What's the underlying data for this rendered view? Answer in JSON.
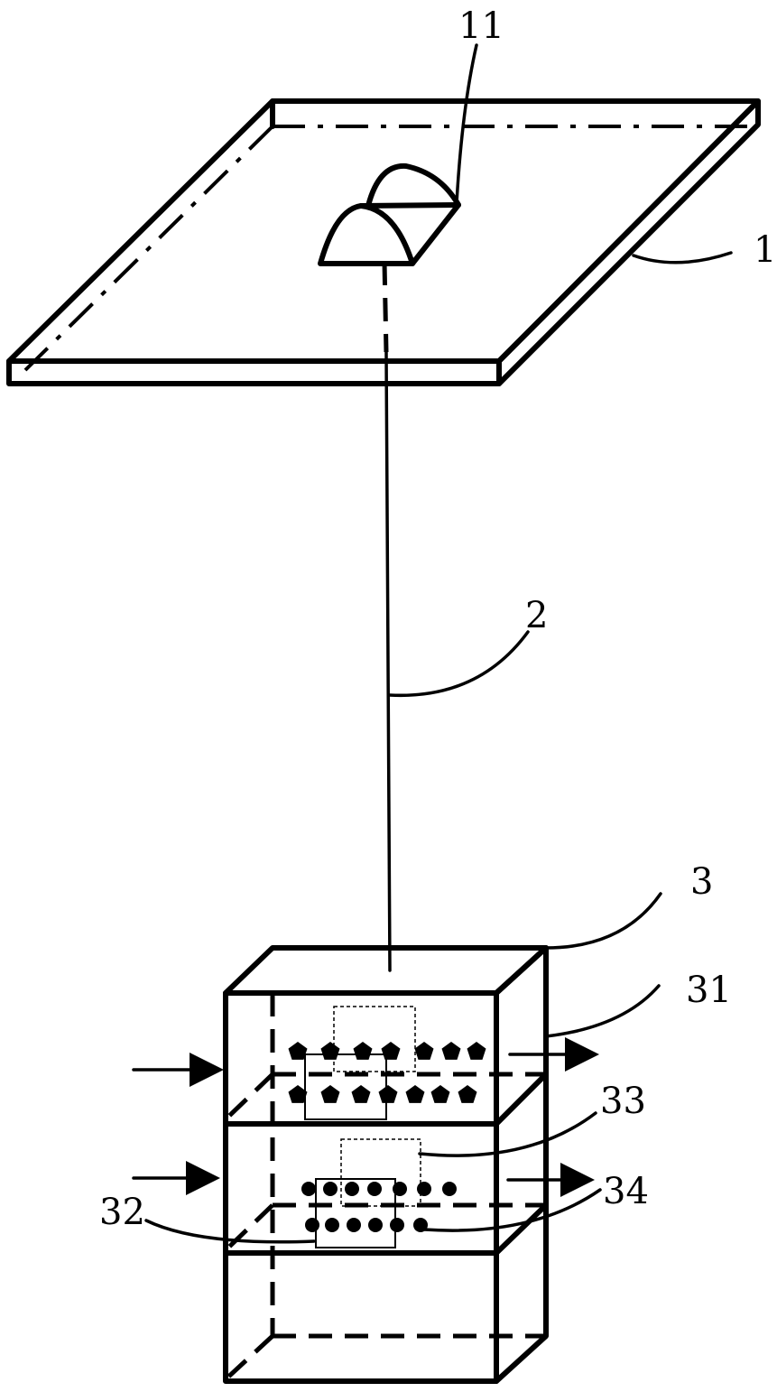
{
  "labels": {
    "plate": "1",
    "emitter": "11",
    "cable": "2",
    "cabinet": "3",
    "upper_chamber": "31",
    "lower_chamber_left": "32",
    "upper_module": "33",
    "lower_module": "34"
  }
}
